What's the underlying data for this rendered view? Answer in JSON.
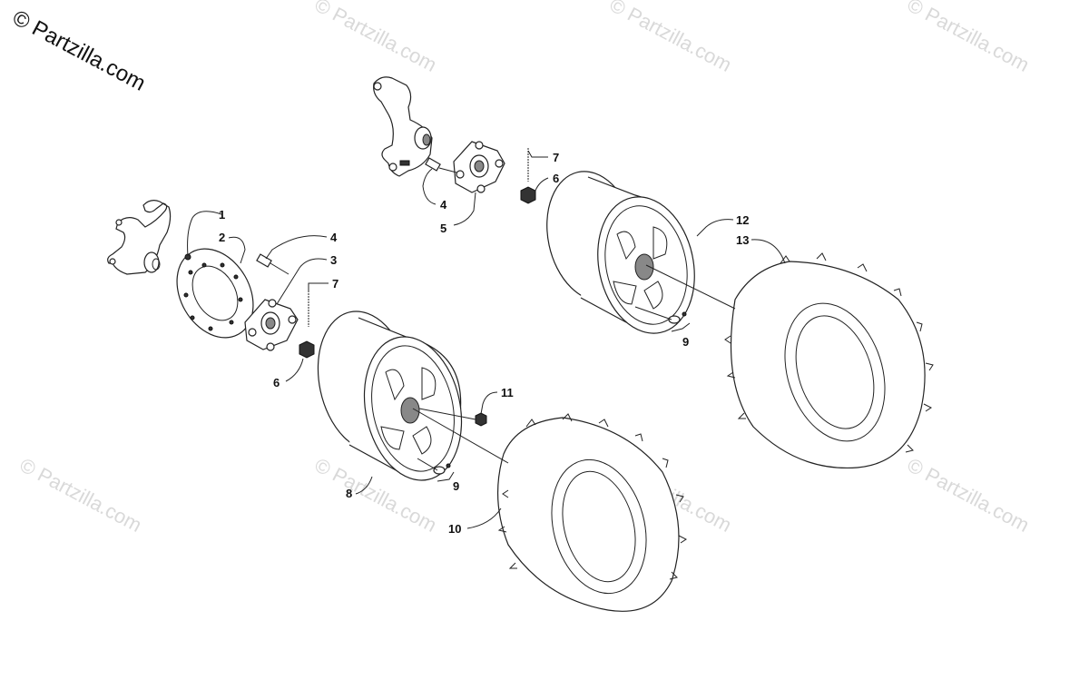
{
  "copyright": "© Partzilla.com",
  "watermark": "© Partzilla.com",
  "callouts": {
    "c1": "1",
    "c2": "2",
    "c3": "3",
    "c4a": "4",
    "c4b": "4",
    "c5": "5",
    "c6a": "6",
    "c6b": "6",
    "c7a": "7",
    "c7b": "7",
    "c8": "8",
    "c9a": "9",
    "c9b": "9",
    "c10": "10",
    "c11": "11",
    "c12": "12",
    "c13": "13"
  }
}
